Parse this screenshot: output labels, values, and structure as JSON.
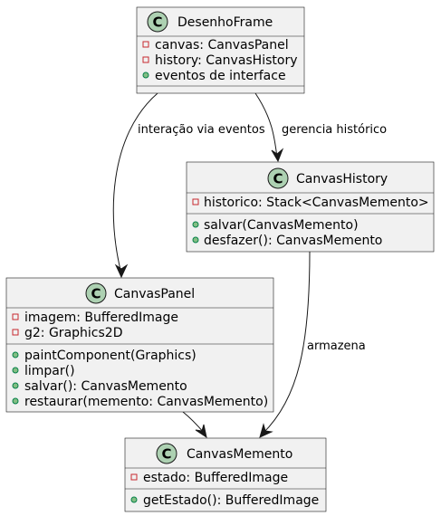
{
  "classes": {
    "desenho_frame": {
      "stereotype_glyph": "C",
      "name": "DesenhoFrame",
      "fields": [
        {
          "visibility": "private",
          "text": "canvas: CanvasPanel"
        },
        {
          "visibility": "private",
          "text": "history: CanvasHistory"
        },
        {
          "visibility": "public",
          "text": "eventos de interface"
        }
      ],
      "methods": []
    },
    "canvas_history": {
      "stereotype_glyph": "C",
      "name": "CanvasHistory",
      "fields": [
        {
          "visibility": "private",
          "text": "historico: Stack<CanvasMemento>"
        }
      ],
      "methods": [
        {
          "visibility": "public",
          "text": "salvar(CanvasMemento)"
        },
        {
          "visibility": "public",
          "text": "desfazer(): CanvasMemento"
        }
      ]
    },
    "canvas_panel": {
      "stereotype_glyph": "C",
      "name": "CanvasPanel",
      "fields": [
        {
          "visibility": "private",
          "text": "imagem: BufferedImage"
        },
        {
          "visibility": "private",
          "text": "g2: Graphics2D"
        }
      ],
      "methods": [
        {
          "visibility": "public",
          "text": "paintComponent(Graphics)"
        },
        {
          "visibility": "public",
          "text": "limpar()"
        },
        {
          "visibility": "public",
          "text": "salvar(): CanvasMemento"
        },
        {
          "visibility": "public",
          "text": "restaurar(memento: CanvasMemento)"
        }
      ]
    },
    "canvas_memento": {
      "stereotype_glyph": "C",
      "name": "CanvasMemento",
      "fields": [
        {
          "visibility": "private",
          "text": "estado: BufferedImage"
        }
      ],
      "methods": [
        {
          "visibility": "public",
          "text": "getEstado(): BufferedImage"
        }
      ]
    }
  },
  "relations": [
    {
      "from": "DesenhoFrame",
      "to": "CanvasPanel",
      "label": "interação via eventos"
    },
    {
      "from": "DesenhoFrame",
      "to": "CanvasHistory",
      "label": "gerencia histórico"
    },
    {
      "from": "CanvasHistory",
      "to": "CanvasMemento",
      "label": "armazena"
    },
    {
      "from": "CanvasPanel",
      "to": "CanvasMemento",
      "label": ""
    }
  ],
  "colors": {
    "class_fill": "#f1f1f1",
    "border": "#181818",
    "class_icon": "#ADD1B2",
    "private_marker": "#C82930",
    "public_marker": "#84BE84"
  }
}
